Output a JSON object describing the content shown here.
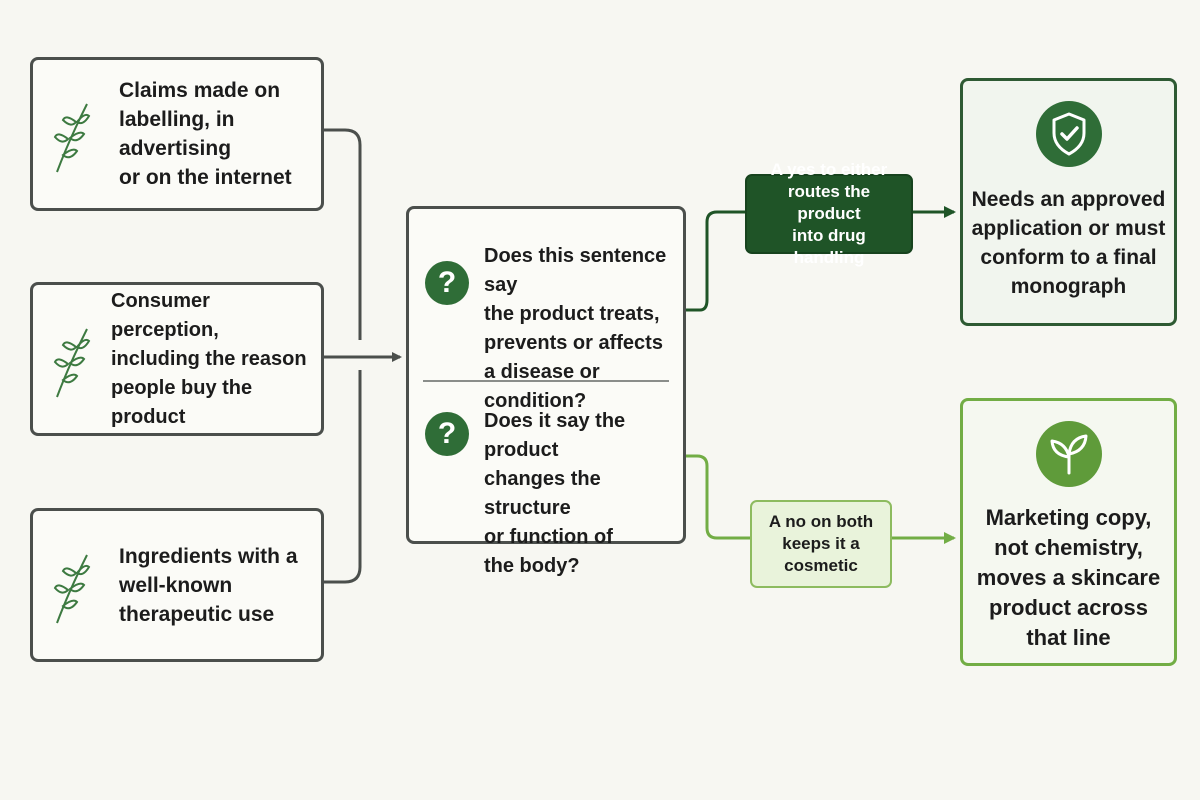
{
  "inputs": [
    {
      "lines": [
        "Claims made on",
        "labelling, in advertising",
        "or on the internet"
      ],
      "icon": "leaf-icon"
    },
    {
      "lines": [
        "Consumer perception,",
        "including the reason",
        "people buy the product"
      ],
      "icon": "leaf-icon"
    },
    {
      "lines": [
        "Ingredients with a",
        "well-known",
        "therapeutic use"
      ],
      "icon": "leaf-icon"
    }
  ],
  "questions": [
    {
      "icon_glyph": "?",
      "lines": [
        "Does this sentence say",
        "the product treats,",
        "prevents or affects",
        "a disease or condition?"
      ]
    },
    {
      "icon_glyph": "?",
      "lines": [
        "Does it say the product",
        "changes the structure",
        "or function of",
        "the body?"
      ]
    }
  ],
  "yes_label": {
    "lines": [
      "A yes to either",
      "routes the product",
      "into drug handling"
    ]
  },
  "no_label": {
    "lines": [
      "A no on both",
      "keeps it a",
      "cosmetic"
    ]
  },
  "outcomes": {
    "drug": {
      "icon": "shield-check-icon",
      "lines": [
        "Needs an approved",
        "application or must",
        "conform to a final",
        "monograph"
      ]
    },
    "cosmetic": {
      "icon": "sprout-icon",
      "lines": [
        "Marketing copy,",
        "not chemistry,",
        "moves a skincare",
        "product across",
        "that line"
      ]
    }
  },
  "colors": {
    "dark_green": "#2f6d37",
    "deep_green": "#1f5427",
    "light_green": "#72ad45",
    "pale_green": "#e9f3db",
    "outline": "#4b4f4c"
  }
}
